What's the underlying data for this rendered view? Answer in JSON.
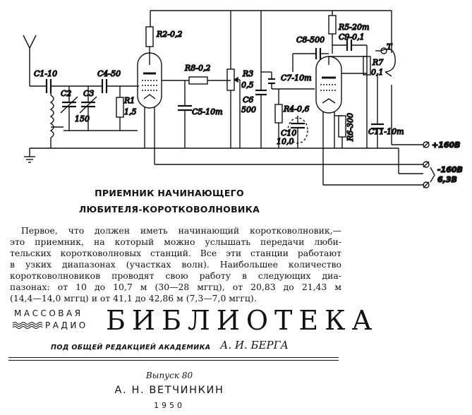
{
  "schematic": {
    "labels": {
      "c1": "C1-10",
      "c4": "C4-50",
      "c2": "C2",
      "c3": "C3",
      "c23_value": "150",
      "r1": "R1",
      "r1_value": "1,5",
      "r2": "R2-0,2",
      "r8": "R8-0,2",
      "r3": "R3",
      "r3_value": "0,5",
      "c6": "C6",
      "c6_value": "500",
      "c5": "C5-10m",
      "c7": "C7-10m",
      "c8": "C8-500",
      "r5": "R5-20m",
      "c9": "C9-0,1",
      "r7": "R7",
      "r7_value": "0,1",
      "phones": "T",
      "r4": "R4-0,6",
      "c10": "C10",
      "c10_value": "10,0",
      "r6": "R6-300",
      "c11": "C11-10m"
    },
    "terminals": {
      "plus": "+160В",
      "minus": "-160В",
      "filament": "6,3В"
    }
  },
  "article": {
    "title_line1": "ПРИЕМНИК НАЧИНАЮЩЕГО",
    "title_line2": "ЛЮБИТЕЛЯ-КОРОТКОВОЛНОВИКА",
    "body_lines": [
      "Первое, что должен иметь начинающий коротковолновик,—",
      "это приемник, на который можно услышать передачи люби-",
      "тельских коротковолновых станций. Все эти станции работают",
      "в узких диапазонах (участках волн). Наибольшее количество",
      "коротковолновиков проводят свою работу в следующих диа-",
      "пазонах: от 10 до 10,7 м (30—28 мггц), от 20,83 до 21,43 м",
      "(14,4—14,0 мггц) и от 41,1 до 42,86 м (7,3—7,0 мггц)."
    ]
  },
  "series": {
    "word1": "МАССОВАЯ",
    "word2": "РАДИО",
    "library": "БИБЛИОТЕКА",
    "editor_prefix": "ПОД ОБЩЕЙ РЕДАКЦИЕЙ АКАДЕМИКА",
    "editor_name": "А. И. БЕРГА"
  },
  "imprint": {
    "issue": "Выпуск 80",
    "author": "А. Н. ВЕТЧИНКИН",
    "year": "1950"
  }
}
